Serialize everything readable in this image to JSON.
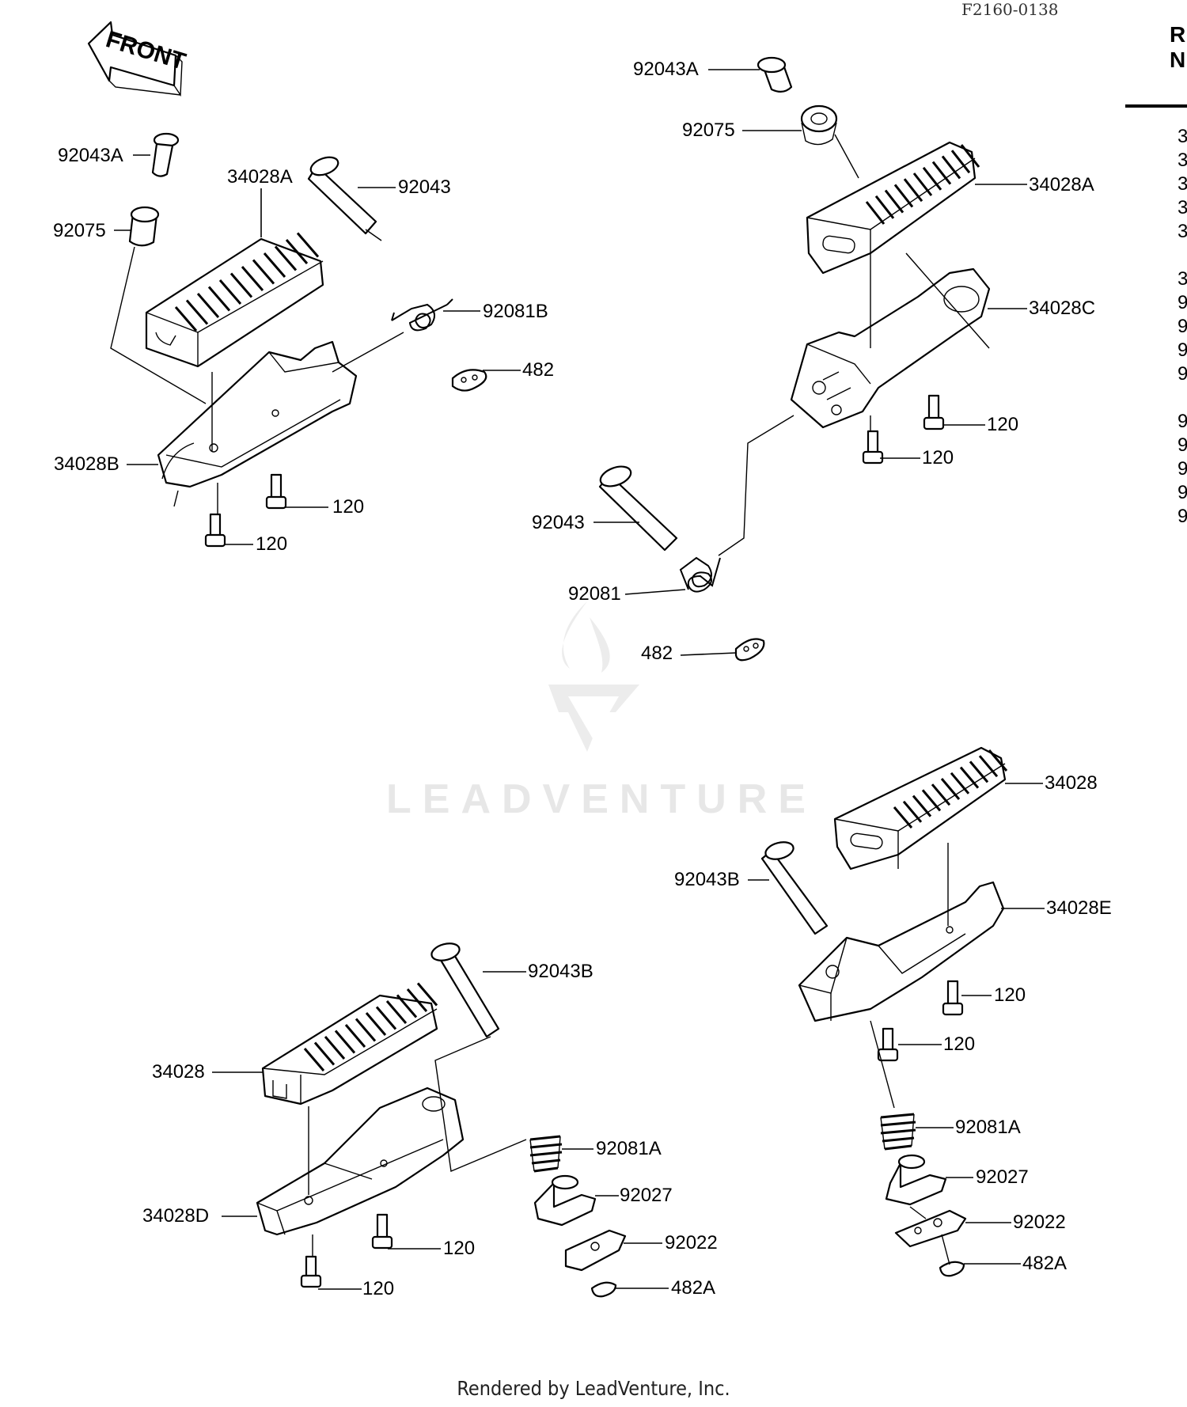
{
  "diagram_code": "F2160-0138",
  "front_label": "FRONT",
  "watermark": "LEADVENTURE",
  "footer": "Rendered by LeadVenture, Inc.",
  "right_panel": {
    "header_line1": "R",
    "header_line2": "N",
    "column_fragments": [
      "3",
      "3",
      "3",
      "3",
      "3",
      "3",
      "9",
      "9",
      "9",
      "9",
      "9",
      "9",
      "9",
      "9",
      "9"
    ]
  },
  "labels": {
    "tl_92043A": "92043A",
    "tl_92075": "92075",
    "tl_34028A": "34028A",
    "tl_92043": "92043",
    "tl_92081B": "92081B",
    "tl_482": "482",
    "tl_34028B": "34028B",
    "tl_120a": "120",
    "tl_120b": "120",
    "tr_92043A": "92043A",
    "tr_92075": "92075",
    "tr_34028A": "34028A",
    "tr_34028C": "34028C",
    "tr_120a": "120",
    "tr_120b": "120",
    "tr_92043": "92043",
    "tr_92081": "92081",
    "tr_482": "482",
    "br_34028": "34028",
    "br_92043B": "92043B",
    "br_34028E": "34028E",
    "br_120a": "120",
    "br_120b": "120",
    "br_92081A": "92081A",
    "br_92027": "92027",
    "br_92022": "92022",
    "br_482A": "482A",
    "bl_92043B": "92043B",
    "bl_34028": "34028",
    "bl_92081A": "92081A",
    "bl_34028D": "34028D",
    "bl_92027": "92027",
    "bl_92022": "92022",
    "bl_120a": "120",
    "bl_120b": "120",
    "bl_482A": "482A"
  }
}
